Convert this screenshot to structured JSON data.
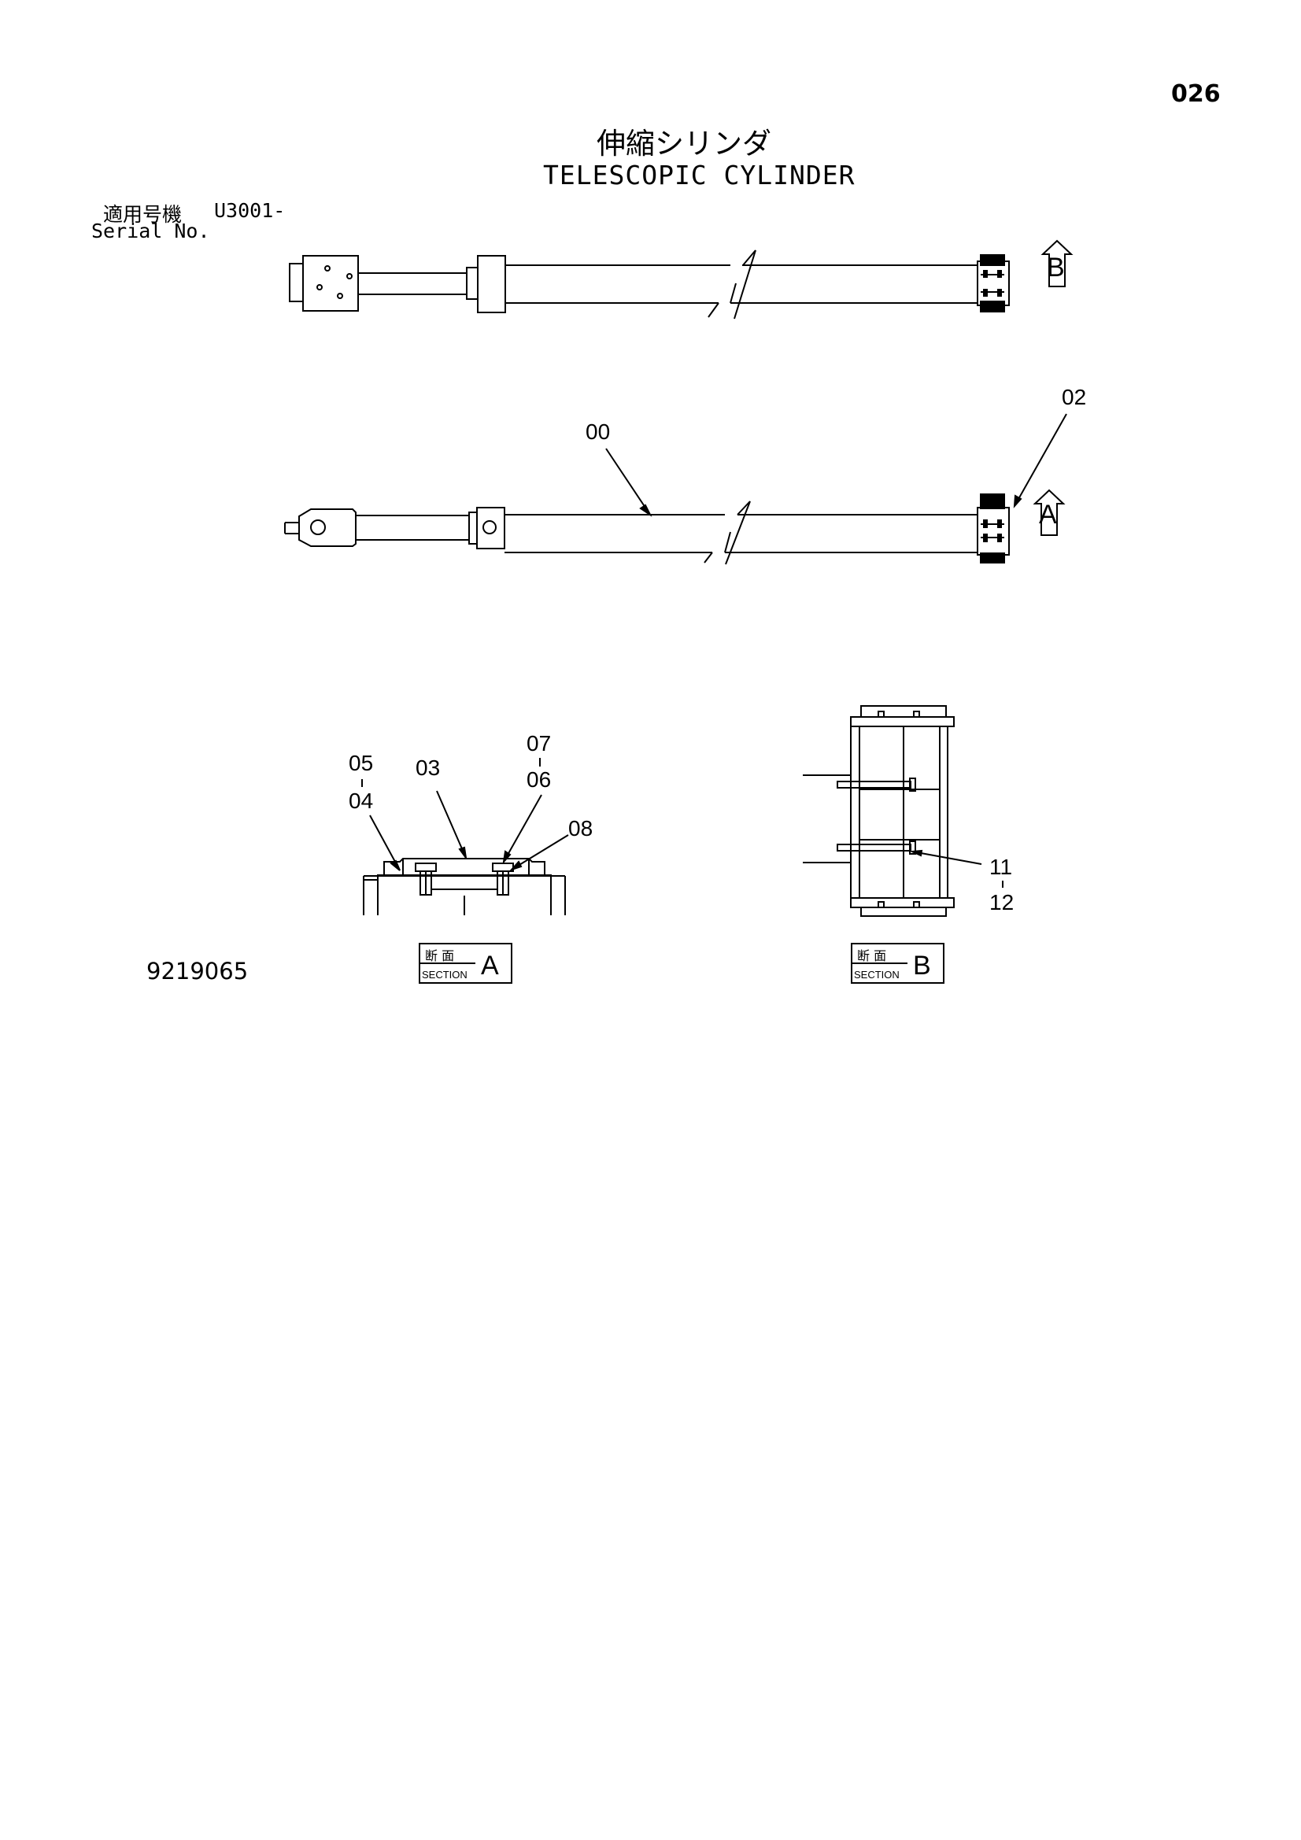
{
  "header": {
    "page_number": "026",
    "title_jp": "伸縮シリンダ",
    "title_en": "TELESCOPIC CYLINDER",
    "serial_label_jp": "適用号機",
    "serial_code": "U3001-",
    "serial_label_en": "Serial No."
  },
  "drawing_number": "9219065",
  "view_markers": {
    "a": "A",
    "b": "B"
  },
  "callouts": {
    "c00": "00",
    "c02": "02",
    "c03": "03",
    "c04": "04",
    "c05": "05",
    "c06": "06",
    "c07": "07",
    "c08": "08",
    "c11": "11",
    "c12": "12"
  },
  "section_a": {
    "jp": "断 面",
    "en": "SECTION",
    "letter": "A"
  },
  "section_b": {
    "jp": "断 面",
    "en": "SECTION",
    "letter": "B"
  }
}
